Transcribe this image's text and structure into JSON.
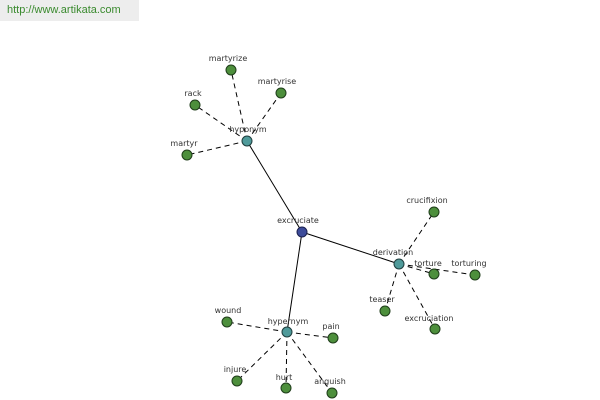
{
  "header": {
    "url": "http://www.artikata.com"
  },
  "graph": {
    "root": {
      "id": "excruciate",
      "label": "excruciate"
    },
    "relations": [
      {
        "id": "hyponym",
        "label": "hyponym"
      },
      {
        "id": "derivation",
        "label": "derivation"
      },
      {
        "id": "hypernym",
        "label": "hypernym"
      }
    ],
    "leaves": [
      {
        "id": "martyrize",
        "label": "martyrize",
        "relation": "hyponym"
      },
      {
        "id": "martyrise",
        "label": "martyrise",
        "relation": "hyponym"
      },
      {
        "id": "rack",
        "label": "rack",
        "relation": "hyponym"
      },
      {
        "id": "martyr",
        "label": "martyr",
        "relation": "hyponym"
      },
      {
        "id": "crucifixion",
        "label": "crucifixion",
        "relation": "derivation"
      },
      {
        "id": "torture",
        "label": "torture",
        "relation": "derivation"
      },
      {
        "id": "torturing",
        "label": "torturing",
        "relation": "derivation"
      },
      {
        "id": "teaser",
        "label": "teaser",
        "relation": "derivation"
      },
      {
        "id": "excruciation",
        "label": "excruciation",
        "relation": "derivation"
      },
      {
        "id": "wound",
        "label": "wound",
        "relation": "hypernym"
      },
      {
        "id": "pain",
        "label": "pain",
        "relation": "hypernym"
      },
      {
        "id": "injure",
        "label": "injure",
        "relation": "hypernym"
      },
      {
        "id": "hurt",
        "label": "hurt",
        "relation": "hypernym"
      },
      {
        "id": "anguish",
        "label": "anguish",
        "relation": "hypernym"
      }
    ],
    "colors": {
      "root": "#3d4c9a",
      "relation": "#4f9a9a",
      "leaf": "#4d8f3c",
      "link_text": "#3a8a2e"
    }
  }
}
